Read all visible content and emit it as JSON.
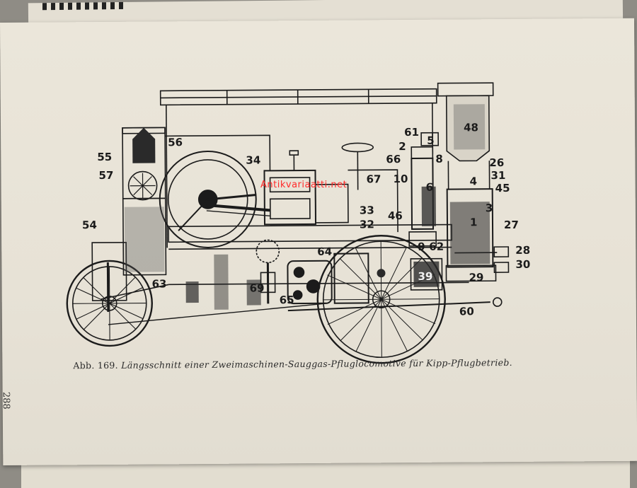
{
  "caption": {
    "figure_number": "Abb. 169.",
    "text": "Längsschnitt einer Zweimaschinen-Sauggas-Pfluglocomotive für Kipp-Pflugbetrieb."
  },
  "page_number": "288",
  "watermark": "Antikvariaatti.net",
  "part_labels": {
    "l1": "1",
    "l2": "2",
    "l3": "3",
    "l4": "4",
    "l5": "5",
    "l6": "6",
    "l8": "8",
    "l9": "9",
    "l10": "10",
    "l26": "26",
    "l27": "27",
    "l28": "28",
    "l29": "29",
    "l30": "30",
    "l31": "31",
    "l32": "32",
    "l33": "33",
    "l34": "34",
    "l39": "39",
    "l45": "45",
    "l46": "46",
    "l48": "48",
    "l54": "54",
    "l55": "55",
    "l56": "56",
    "l57": "57",
    "l60": "60",
    "l61": "61",
    "l62": "62",
    "l63": "63",
    "l64": "64",
    "l65": "65",
    "l66": "66",
    "l67": "67",
    "l69": "69"
  },
  "colors": {
    "ink": "#1b1b1b",
    "paper": "#e8e3d7",
    "watermark": "#ff2a2a"
  }
}
